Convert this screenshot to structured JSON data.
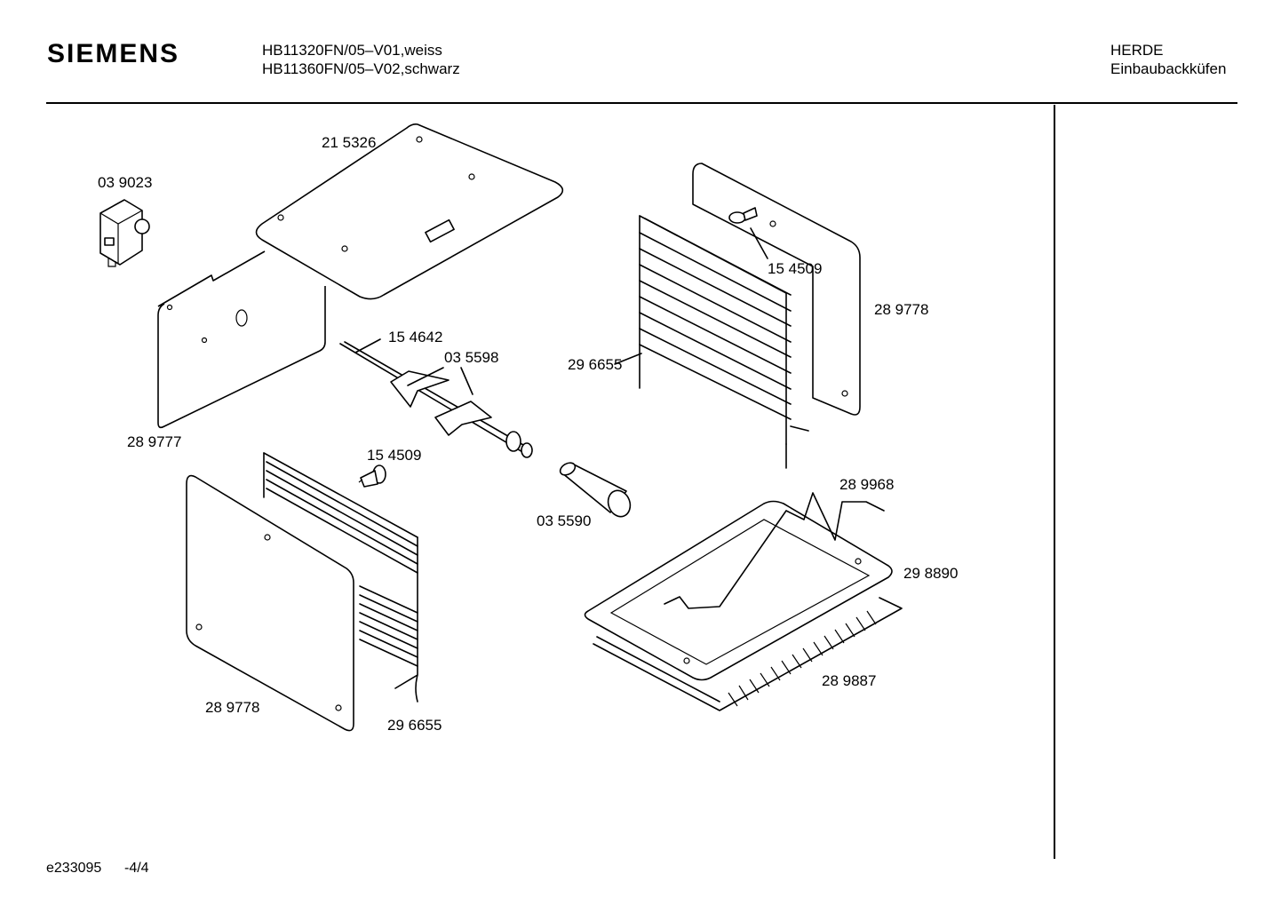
{
  "header": {
    "brand": "SIEMENS",
    "model_lines": [
      "HB11320FN/05–V01,weiss",
      "HB11360FN/05–V02,schwarz"
    ],
    "category_lines": [
      "HERDE",
      "Einbaubackküfen"
    ]
  },
  "footer": {
    "drawing_id": "e233095",
    "page": "-4/4"
  },
  "parts": [
    {
      "number": "21 5326"
    },
    {
      "number": "03 9023"
    },
    {
      "number": "28 9777"
    },
    {
      "number": "15 4642"
    },
    {
      "number": "03 5598"
    },
    {
      "number": "15 4509"
    },
    {
      "number": "28 9778"
    },
    {
      "number": "29 6655"
    },
    {
      "number": "15 4509"
    },
    {
      "number": "03 5590"
    },
    {
      "number": "28 9968"
    },
    {
      "number": "29 8890"
    },
    {
      "number": "28 9887"
    },
    {
      "number": "28 9778"
    },
    {
      "number": "29 6655"
    }
  ]
}
